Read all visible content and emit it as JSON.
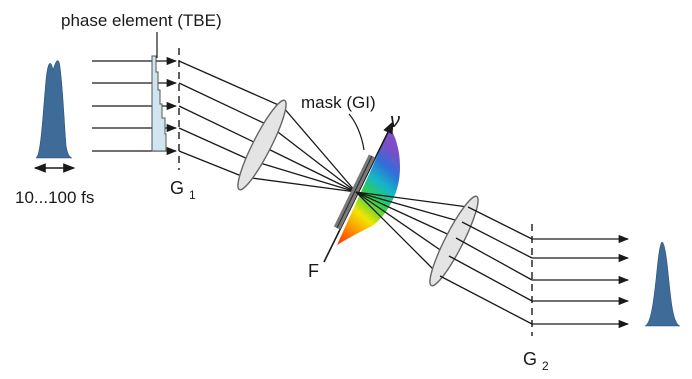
{
  "labels": {
    "phase_element": "phase element (TBE)",
    "mask": "mask (GI)",
    "nu": "ν",
    "duration": "10...100 fs",
    "g1_main": "G",
    "g1_sub": "1",
    "g2_main": "G",
    "g2_sub": "2",
    "focal": "F"
  },
  "colors": {
    "pulse": "#3f6b99",
    "pulse_edge": "#2c5179",
    "lens_fill": "#e4e4e4",
    "lens_stroke": "#666666",
    "phase_element_fill": "#cfe6f0",
    "mask_fill": "#7a7a7a",
    "ink": "#1a1a1a"
  },
  "spectrum_colors": [
    "#ff2a00",
    "#ff8a00",
    "#f2e600",
    "#33d04a",
    "#14b6c8",
    "#2f6fd8",
    "#7a4fc8"
  ]
}
